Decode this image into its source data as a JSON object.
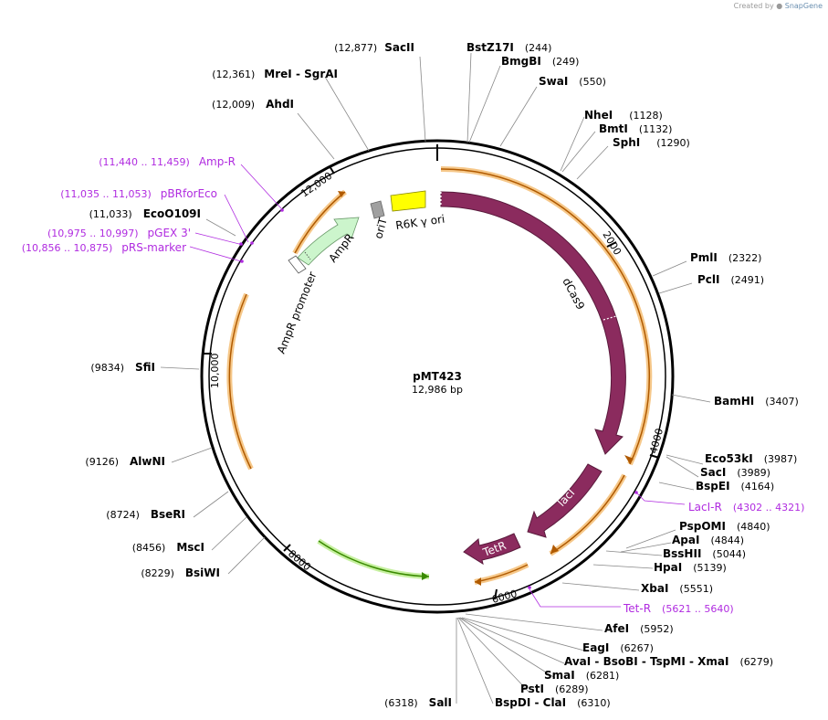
{
  "credit": {
    "prefix": "Created by",
    "brand": "SnapGene"
  },
  "plasmid": {
    "name": "pMT423",
    "length": "12,986 bp"
  },
  "ticks": [
    {
      "bp": 2000,
      "label": "2000"
    },
    {
      "bp": 4000,
      "label": "4000"
    },
    {
      "bp": 6000,
      "label": "6000"
    },
    {
      "bp": 8000,
      "label": "8000"
    },
    {
      "bp": 10000,
      "label": "10,000"
    },
    {
      "bp": 12000,
      "label": "12,000"
    }
  ],
  "features": [
    {
      "name": "dCas9",
      "type": "cds",
      "color": "#8b2b5e"
    },
    {
      "name": "lacI",
      "type": "cds",
      "color": "#8b2b5e"
    },
    {
      "name": "TetR",
      "type": "cds",
      "color": "#8b2b5e"
    },
    {
      "name": "R6K γ ori",
      "type": "origin",
      "color": "#ffff00"
    },
    {
      "name": "oriT",
      "type": "misc",
      "color": "#a0a0a0"
    },
    {
      "name": "AmpR",
      "type": "cds",
      "color": "#ccf5cc"
    },
    {
      "name": "AmpR promoter",
      "type": "promoter",
      "color": "#ffffff"
    }
  ],
  "enzymes": [
    {
      "name": "SacII",
      "pos": "(12,877)"
    },
    {
      "name": "BstZ17I",
      "pos": "(244)"
    },
    {
      "name": "BmgBI",
      "pos": "(249)"
    },
    {
      "name": "SwaI",
      "pos": "(550)"
    },
    {
      "name": "NheI",
      "pos": "(1128)"
    },
    {
      "name": "BmtI",
      "pos": "(1132)"
    },
    {
      "name": "SphI",
      "pos": "(1290)"
    },
    {
      "name": "PmlI",
      "pos": "(2322)"
    },
    {
      "name": "PclI",
      "pos": "(2491)"
    },
    {
      "name": "BamHI",
      "pos": "(3407)"
    },
    {
      "name": "Eco53kI",
      "pos": "(3987)"
    },
    {
      "name": "SacI",
      "pos": "(3989)"
    },
    {
      "name": "BspEI",
      "pos": "(4164)"
    },
    {
      "name": "PspOMI",
      "pos": "(4840)"
    },
    {
      "name": "ApaI",
      "pos": "(4844)"
    },
    {
      "name": "BssHII",
      "pos": "(5044)"
    },
    {
      "name": "HpaI",
      "pos": "(5139)"
    },
    {
      "name": "XbaI",
      "pos": "(5551)"
    },
    {
      "name": "AfeI",
      "pos": "(5952)"
    },
    {
      "name": "EagI",
      "pos": "(6267)"
    },
    {
      "name": "AvaI - BsoBI - TspMI - XmaI",
      "pos": "(6279)"
    },
    {
      "name": "SmaI",
      "pos": "(6281)"
    },
    {
      "name": "PstI",
      "pos": "(6289)"
    },
    {
      "name": "BspDI - ClaI",
      "pos": "(6310)"
    },
    {
      "name": "SalI",
      "pos": "(6318)"
    },
    {
      "name": "BsiWI",
      "pos": "(8229)"
    },
    {
      "name": "MscI",
      "pos": "(8456)"
    },
    {
      "name": "BseRI",
      "pos": "(8724)"
    },
    {
      "name": "AlwNI",
      "pos": "(9126)"
    },
    {
      "name": "SfiI",
      "pos": "(9834)"
    },
    {
      "name": "EcoO109I",
      "pos": "(11,033)"
    },
    {
      "name": "AhdI",
      "pos": "(12,009)"
    },
    {
      "name": "MreI - SgrAI",
      "pos": "(12,361)"
    }
  ],
  "primers": [
    {
      "name": "LacI-R",
      "pos": "(4302 .. 4321)"
    },
    {
      "name": "Tet-R",
      "pos": "(5621 .. 5640)"
    },
    {
      "name": "Amp-R",
      "pos": "(11,440 .. 11,459)"
    },
    {
      "name": "pBRforEco",
      "pos": "(11,035 .. 11,053)"
    },
    {
      "name": "pGEX 3'",
      "pos": "(10,975 .. 10,997)"
    },
    {
      "name": "pRS-marker",
      "pos": "(10,856 .. 10,875)"
    }
  ]
}
